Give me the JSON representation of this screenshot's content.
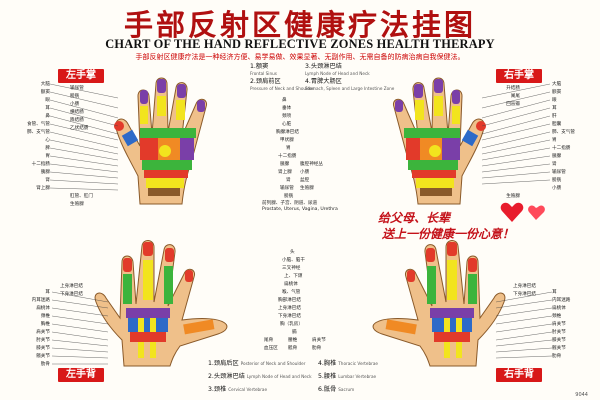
{
  "title_zh": "手部反射区健康疗法挂图",
  "title_en": "CHART OF THE HAND REFLECTIVE ZONES HEALTH THERAPY",
  "intro": "手部反射区健康疗法是一种经济方便、易学易做、效果显著、无副作用、无需自备的防病治病自我保健法。",
  "tags": {
    "left_palm": "左手掌",
    "right_palm": "右手掌",
    "left_back": "左手背",
    "right_back": "右手背"
  },
  "slogan": {
    "line1": "给父母、长辈",
    "line2": "送上一份健康一份心意！"
  },
  "center_top": {
    "legend": [
      {
        "num": "1.",
        "zh": "额窦",
        "en": "Frontal Sinus"
      },
      {
        "num": "2.",
        "zh": "颈肩前区",
        "en": "Pressure of Neck and Shoulder"
      },
      {
        "num": "3.",
        "zh": "头颈淋巴结",
        "en": "Lymph Node of Head and Neck"
      },
      {
        "num": "4.",
        "zh": "胃脾大肠区",
        "en": "Stomach, Spleen and Large Intestine Zone"
      }
    ],
    "labels": [
      "鼻",
      "垂体",
      "颈项",
      "心脏",
      "胸腺淋巴结",
      "甲状腺",
      "胃",
      "十二指肠",
      "胰腺",
      "肾上腺",
      "肾",
      "输尿管",
      "膀胱",
      "腹腔神经丛",
      "小肠",
      "盆腔",
      "生殖腺",
      "前列腺、子宫、阴道、尿道"
    ],
    "footer": "Prostate, Uterus, Vagina, Urethra"
  },
  "center_bottom": {
    "labels": [
      "头",
      "小脑、脑干",
      "三叉神经",
      "上、下颌",
      "扁桃体",
      "喉、气管",
      "胸部淋巴结",
      "上身淋巴结",
      "下身淋巴结",
      "胸（乳房）",
      "膈",
      "腰椎",
      "骶骨",
      "尾骨",
      "血压区",
      "肩关节",
      "肋骨"
    ],
    "legend": [
      {
        "num": "1.",
        "zh": "颈肩后区",
        "en": "Posterior of Neck and Shoulder"
      },
      {
        "num": "2.",
        "zh": "头颈淋巴结",
        "en": "Lymph Node of Head and Neck"
      },
      {
        "num": "3.",
        "zh": "颈椎",
        "en": "Cervical Vertebrae"
      },
      {
        "num": "4.",
        "zh": "胸椎",
        "en": "Thoracic Vertebrae"
      },
      {
        "num": "5.",
        "zh": "腰椎",
        "en": "Lumbar Vertebrae"
      },
      {
        "num": "6.",
        "zh": "骶骨",
        "en": "Sacrum"
      }
    ]
  },
  "left_palm_labels": [
    "大脑",
    "额窦",
    "眼",
    "耳",
    "鼻",
    "食管、气管",
    "肺、支气管",
    "心",
    "脾",
    "胃",
    "十二指肠",
    "胰腺",
    "肾",
    "肾上腺",
    "输尿管",
    "膀胱",
    "小肠",
    "横结肠",
    "降结肠",
    "乙状结肠",
    "肛管、肛门",
    "生殖腺"
  ],
  "right_palm_labels": [
    "大脑",
    "额窦",
    "眼",
    "耳",
    "肝",
    "胆囊",
    "肺、支气管",
    "胃",
    "十二指肠",
    "胰腺",
    "肾",
    "输尿管",
    "膀胱",
    "小肠",
    "升结肠",
    "阑尾",
    "回盲瓣",
    "生殖腺"
  ],
  "left_back_labels": [
    "耳",
    "内耳迷路",
    "扁桃体",
    "颈椎",
    "胸椎",
    "肩关节",
    "肘关节",
    "膝关节",
    "髋关节",
    "肋骨",
    "上身淋巴结",
    "下身淋巴结"
  ],
  "right_back_labels": [
    "耳",
    "内耳迷路",
    "扁桃体",
    "颈椎",
    "肩关节",
    "肘关节",
    "膝关节",
    "髋关节",
    "肋骨",
    "上身淋巴结",
    "下身淋巴结"
  ],
  "code": "9044",
  "colors": {
    "title": "#b01010",
    "accent_red": "#d81818",
    "skin": "#efc08a",
    "zone_green": "#3cb43c",
    "zone_yellow": "#f2e41e",
    "zone_purple": "#7a3fa8",
    "zone_red": "#e23a2a",
    "zone_blue": "#2d6ac8",
    "zone_orange": "#f08a24"
  }
}
